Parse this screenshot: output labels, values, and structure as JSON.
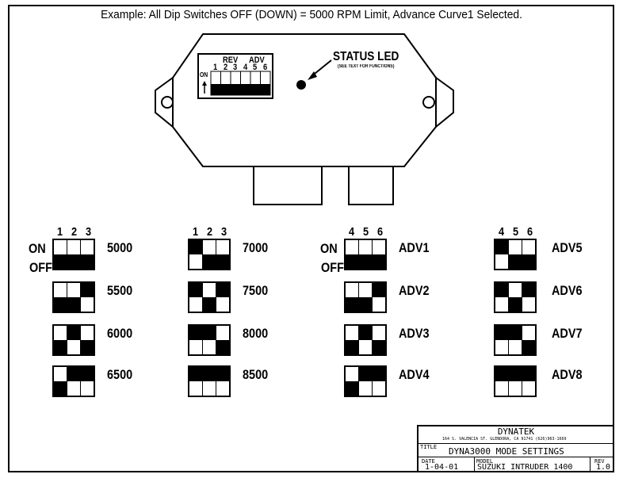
{
  "header": {
    "example": "Example:  All Dip Switches OFF (DOWN) = 5000 RPM Limit, Advance Curve1 Selected."
  },
  "module": {
    "rev_label": "REV",
    "adv_label": "ADV",
    "switch_numbers": [
      "1",
      "2",
      "3",
      "4",
      "5",
      "6"
    ],
    "on_label": "ON",
    "status_led": "STATUS LED",
    "status_led_note": "(SEE TEXT FOR FUNCTIONS)"
  },
  "legend": {
    "on": "ON",
    "off": "OFF"
  },
  "groups": [
    {
      "numbers": [
        "1",
        "2",
        "3"
      ],
      "show_onoff": true,
      "items": [
        {
          "label": "5000",
          "up": [
            false,
            false,
            false
          ]
        },
        {
          "label": "5500",
          "up": [
            false,
            false,
            true
          ]
        },
        {
          "label": "6000",
          "up": [
            false,
            true,
            false
          ]
        },
        {
          "label": "6500",
          "up": [
            false,
            true,
            true
          ]
        }
      ]
    },
    {
      "numbers": [
        "1",
        "2",
        "3"
      ],
      "show_onoff": false,
      "items": [
        {
          "label": "7000",
          "up": [
            true,
            false,
            false
          ]
        },
        {
          "label": "7500",
          "up": [
            true,
            false,
            true
          ]
        },
        {
          "label": "8000",
          "up": [
            true,
            true,
            false
          ]
        },
        {
          "label": "8500",
          "up": [
            true,
            true,
            true
          ]
        }
      ]
    },
    {
      "numbers": [
        "4",
        "5",
        "6"
      ],
      "show_onoff": true,
      "items": [
        {
          "label": "ADV1",
          "up": [
            false,
            false,
            false
          ]
        },
        {
          "label": "ADV2",
          "up": [
            false,
            false,
            true
          ]
        },
        {
          "label": "ADV3",
          "up": [
            false,
            true,
            false
          ]
        },
        {
          "label": "ADV4",
          "up": [
            false,
            true,
            true
          ]
        }
      ]
    },
    {
      "numbers": [
        "4",
        "5",
        "6"
      ],
      "show_onoff": false,
      "items": [
        {
          "label": "ADV5",
          "up": [
            true,
            false,
            false
          ]
        },
        {
          "label": "ADV6",
          "up": [
            true,
            false,
            true
          ]
        },
        {
          "label": "ADV7",
          "up": [
            true,
            true,
            false
          ]
        },
        {
          "label": "ADV8",
          "up": [
            true,
            true,
            true
          ]
        }
      ]
    }
  ],
  "title_block": {
    "company": "DYNATEK",
    "address": "164 S. VALENCIA ST. GLENDORA, CA 91741  (626)963-1669",
    "title_label": "TITLE",
    "title": "DYNA3000 MODE SETTINGS",
    "date_label": "DATE",
    "date": "1-04-01",
    "model_label": "MODEL",
    "model": "SUZUKI INTRUDER 1400",
    "rev_label": "REV",
    "rev": "1.0"
  }
}
